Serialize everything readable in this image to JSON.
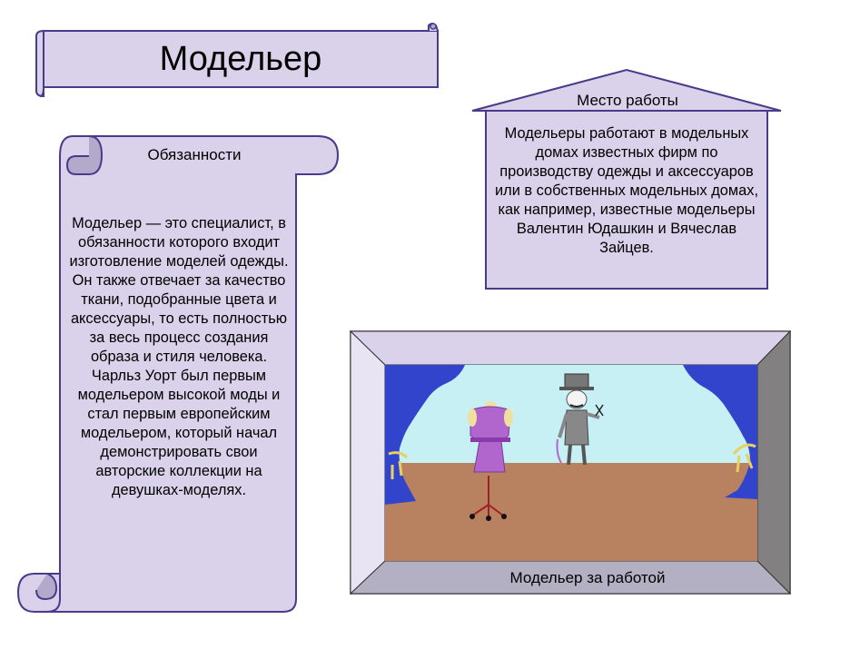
{
  "title": "Модельер",
  "duties": {
    "heading": "Обязанности",
    "text": "Модельер — это специалист, в обязанности которого входит изготовление моделей одежды. Он также отвечает за качество ткани, подобранные цвета и аксессуары, то есть полностью за весь процесс создания образа и стиля человека. Чарльз Уорт был первым модельером высокой моды и стал первым европейским модельером, который начал демонстрировать свои авторские коллекции на девушках-моделях."
  },
  "workplace": {
    "heading": "Место работы",
    "text": "Модельеры работают в модельных домах известных фирм по производству одежды и аксессуаров или в собственных модельных  домах, как например, известные модельеры Валентин Юдашкин и Вячеслав Зайцев."
  },
  "picture": {
    "caption": "Модельер за работой"
  },
  "colors": {
    "fill": "#d9d2ea",
    "stroke": "#4a3a8a",
    "curtain": "#3344cc",
    "floor": "#b88260",
    "sky": "#c6f0f4",
    "dress": "#b066cc"
  }
}
